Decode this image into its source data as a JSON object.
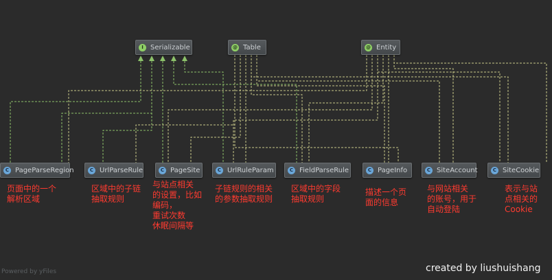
{
  "nodes": {
    "serializable": {
      "label": "Serializable",
      "icon": "interface-icon"
    },
    "table": {
      "label": "Table",
      "icon": "annotation-icon"
    },
    "entity": {
      "label": "Entity",
      "icon": "annotation-icon"
    },
    "page_parse_region": {
      "label": "PageParseRegion",
      "icon": "class-icon"
    },
    "url_parse_rule": {
      "label": "UrlParseRule",
      "icon": "class-icon"
    },
    "page_site": {
      "label": "PageSite",
      "icon": "class-icon"
    },
    "url_rule_param": {
      "label": "UrlRuleParam",
      "icon": "class-icon"
    },
    "field_parse_rule": {
      "label": "FieldParseRule",
      "icon": "class-icon"
    },
    "page_info": {
      "label": "PageInfo",
      "icon": "class-icon"
    },
    "site_account": {
      "label": "SiteAccount",
      "icon": "class-icon"
    },
    "site_cookie": {
      "label": "SiteCookie",
      "icon": "class-icon"
    }
  },
  "icon_glyphs": {
    "interface": "I",
    "annotation": "@",
    "class": "C"
  },
  "notes": {
    "page_parse_region": "页面中的一个\n解析区域",
    "url_parse_rule": "区域中的子链\n抽取规则",
    "page_site": "与站点相关\n的设置，比如\n编码，\n重试次数\n休眠间隔等",
    "url_rule_param": "子链规则的相关\n的参数抽取规则",
    "field_parse_rule": "区域中的字段\n抽取规则",
    "page_info": "描述一个页\n面的信息",
    "site_account": "与网站相关\n的账号，用于\n自动登陆",
    "site_cookie": "表示与站\n点相关的\nCookie"
  },
  "footer": {
    "powered_by": "Powered by yFiles",
    "credit": "created by liushuishang"
  },
  "colors": {
    "background": "#2b2b2b",
    "implements_edge": "#8cc26a",
    "annotation_edge": "#c9c98a",
    "note_text": "#ff3b30"
  }
}
